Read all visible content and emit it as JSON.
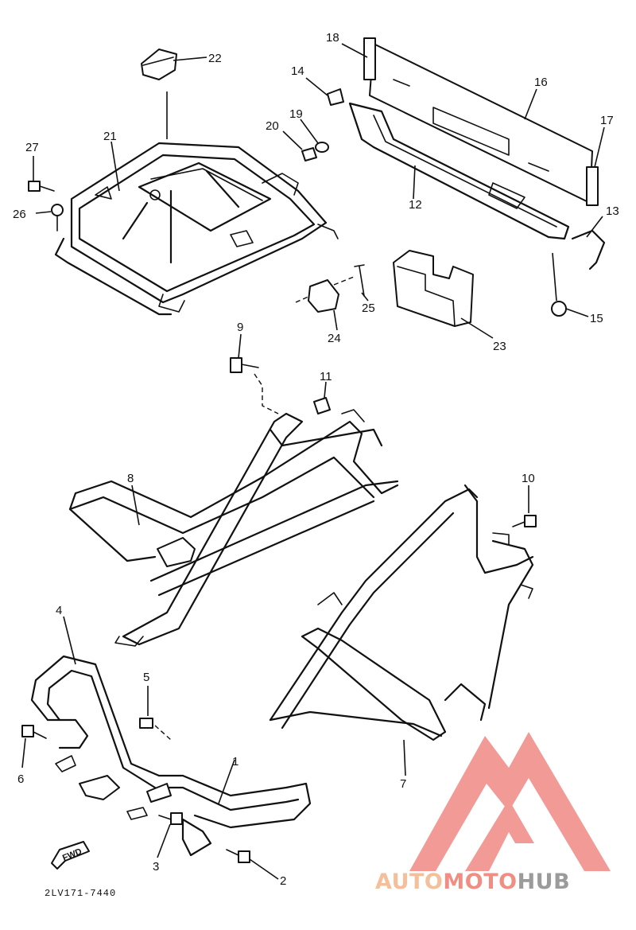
{
  "callouts": {
    "n1": "1",
    "n2": "2",
    "n3": "3",
    "n4": "4",
    "n5": "5",
    "n6": "6",
    "n7": "7",
    "n8": "8",
    "n9": "9",
    "n10": "10",
    "n11": "11",
    "n12": "12",
    "n13": "13",
    "n14": "14",
    "n15": "15",
    "n16": "16",
    "n17": "17",
    "n18": "18",
    "n19": "19",
    "n20": "20",
    "n21": "21",
    "n22": "22",
    "n23": "23",
    "n24": "24",
    "n25": "25",
    "n26": "26",
    "n27": "27"
  },
  "diagram_code": "2LV171-7440",
  "fwd_label": "FWD",
  "watermark": {
    "part1": "AUTO",
    "part2": "MOTO",
    "part3": "HUB",
    "colors": {
      "auto": "#f4bf9b",
      "moto": "#f08e84",
      "hub": "#9b9b9b",
      "triangle": "#f08a84"
    }
  }
}
